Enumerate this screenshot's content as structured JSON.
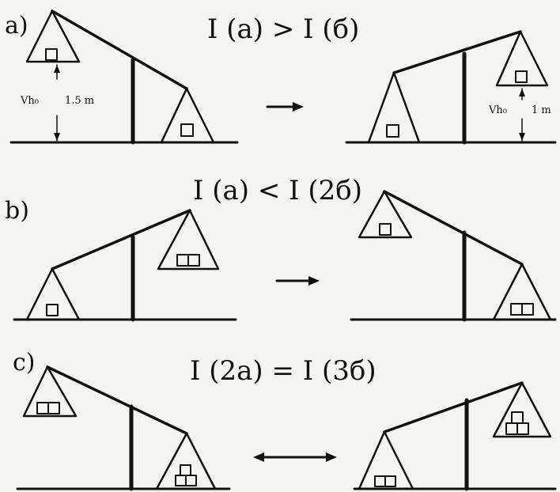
{
  "row_a": {
    "label": "a)",
    "equation": "I (a) > I (б)",
    "height_left_symbol": "Vh₀",
    "height_left_value": "1.5 m",
    "height_right_symbol": "Vh₀",
    "height_right_value": "1 m"
  },
  "row_b": {
    "label": "b)",
    "equation": "I (a) < I (2б)"
  },
  "row_c": {
    "label": "c)",
    "equation": "I (2a) = I (3б)"
  }
}
